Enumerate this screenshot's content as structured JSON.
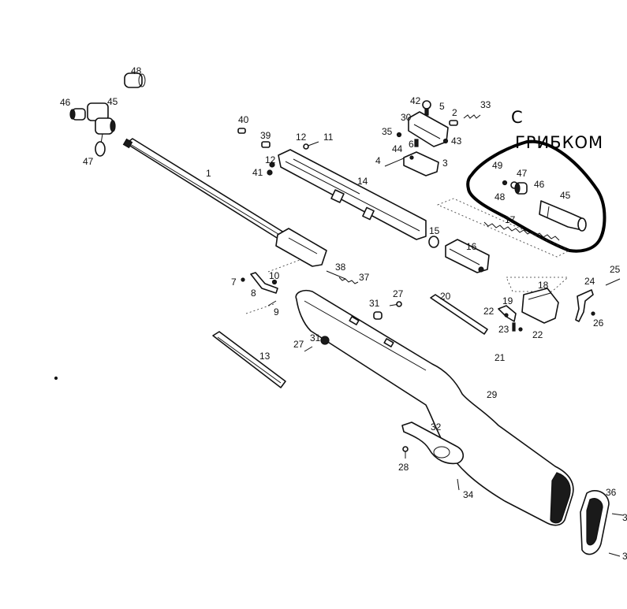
{
  "annotation": {
    "line1": "С",
    "line2": "ГРИБКОМ"
  },
  "callouts": {
    "n1": "1",
    "n2": "2",
    "n3": "3",
    "n4": "4",
    "n5": "5",
    "n6": "6",
    "n7": "7",
    "n8": "8",
    "n9": "9",
    "n10": "10",
    "n11": "11",
    "n12a": "12",
    "n12b": "12",
    "n13": "13",
    "n14": "14",
    "n15": "15",
    "n16": "16",
    "n17": "17",
    "n18": "18",
    "n19": "19",
    "n20": "20",
    "n21": "21",
    "n22a": "22",
    "n22b": "22",
    "n23": "23",
    "n24": "24",
    "n25": "25",
    "n26": "26",
    "n27a": "27",
    "n27b": "27",
    "n28": "28",
    "n29": "29",
    "n30": "30",
    "n31a": "31",
    "n31b": "31",
    "n32": "32",
    "n33": "33",
    "n34": "34",
    "n35": "35",
    "n36": "36",
    "n37": "37",
    "n38": "38",
    "n39": "39",
    "n40": "40",
    "n41": "41",
    "n42": "42",
    "n43": "43",
    "n44": "44",
    "n45a": "45",
    "n45b": "45",
    "n46a": "46",
    "n46b": "46",
    "n47a": "47",
    "n47b": "47",
    "n48a": "48",
    "n48b": "48",
    "n49": "49",
    "n3b": "3",
    "n3c": "3"
  },
  "colors": {
    "ink": "#111111",
    "background": "#ffffff",
    "highlight": "#000000"
  }
}
